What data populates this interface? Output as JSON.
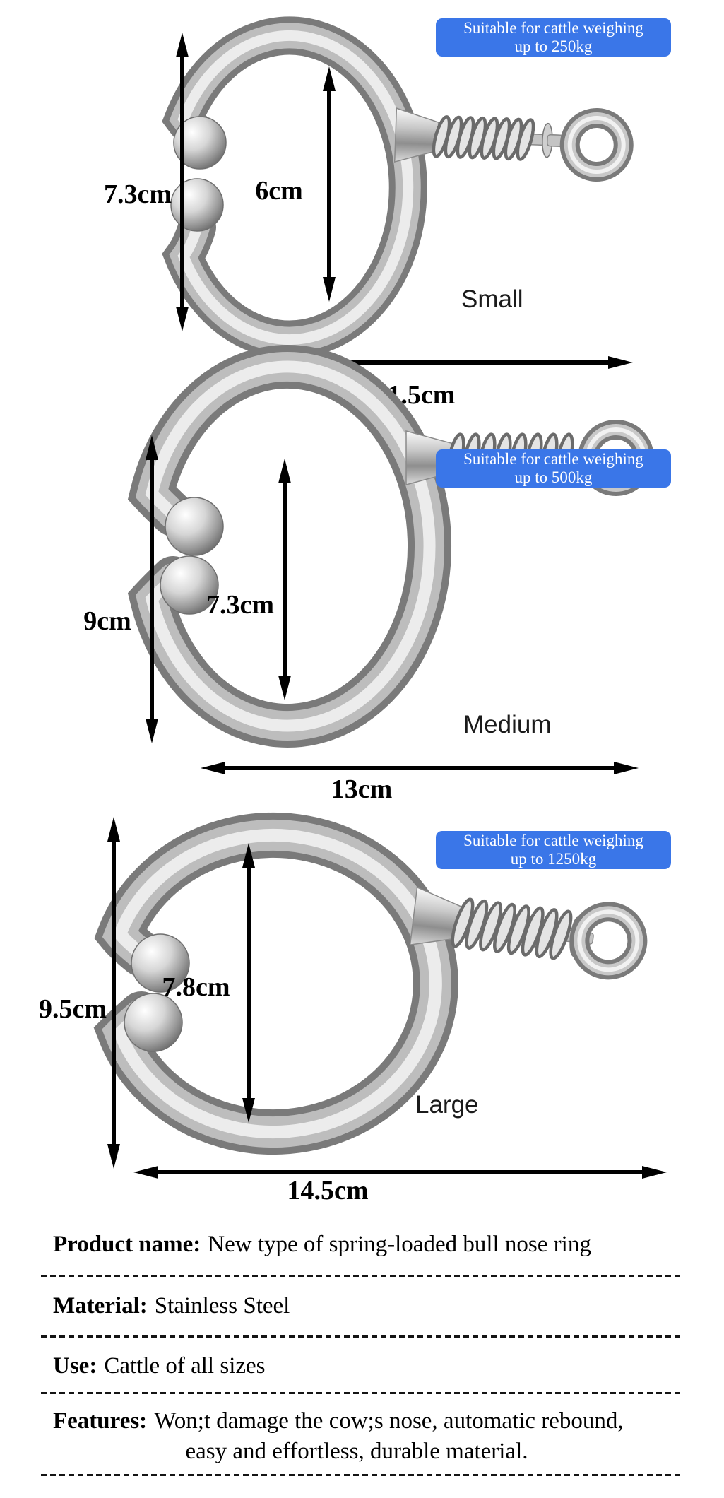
{
  "colors": {
    "badge": "#3a76e8",
    "dimension_text": "#000000",
    "size_label_text": "#1b1b1b"
  },
  "products": [
    {
      "size_label": "Small",
      "badge": {
        "line1": "Suitable for cattle weighing",
        "line2": "up to 250kg"
      },
      "height_outer": "7.3cm",
      "height_inner": "6cm",
      "width": "11.5cm"
    },
    {
      "size_label": "Medium",
      "badge": {
        "line1": "Suitable for cattle weighing",
        "line2": "up to 500kg"
      },
      "height_outer": "9cm",
      "height_inner": "7.3cm",
      "width": "13cm"
    },
    {
      "size_label": "Large",
      "badge": {
        "line1": "Suitable for cattle weighing",
        "line2": "up to 1250kg"
      },
      "height_outer": "9.5cm",
      "height_inner": "7.8cm",
      "width": "14.5cm"
    }
  ],
  "details": [
    {
      "label": "Product name:",
      "value": "New type of spring-loaded bull nose ring"
    },
    {
      "label": "Material:",
      "value": "Stainless Steel"
    },
    {
      "label": "Use:",
      "value": "Cattle of all sizes"
    },
    {
      "label": "Features:",
      "value": "Won;t damage the cow;s nose, automatic rebound,",
      "value_line2": "easy and effortless, durable material."
    }
  ]
}
